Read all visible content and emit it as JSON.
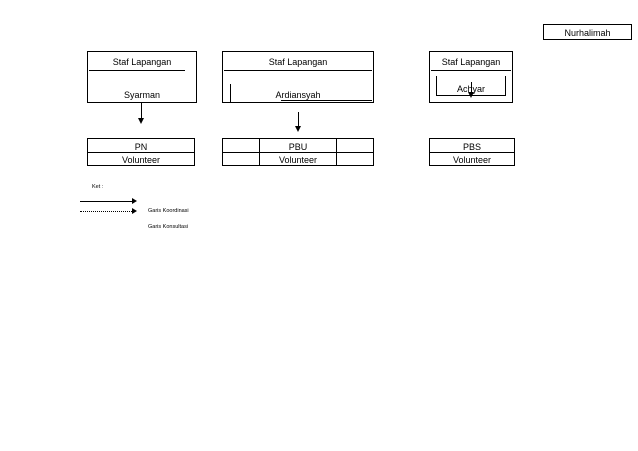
{
  "diagram": {
    "name_plate": {
      "label": "Nurhalimah"
    },
    "top_row": [
      {
        "role": "Staf Lapangan",
        "person": "Syarman"
      },
      {
        "role": "Staf Lapangan",
        "person": "Ardiansyah"
      },
      {
        "role": "Staf Lapangan",
        "person": "Achyar"
      }
    ],
    "bottom_row": [
      {
        "code": "PN",
        "role": "Volunteer"
      },
      {
        "code": "PBU",
        "role": "Volunteer"
      },
      {
        "code": "PBS",
        "role": "Volunteer"
      }
    ],
    "legend": {
      "title": "Ket :",
      "items": [
        {
          "style": "solid",
          "label": "Garis Koordinasi"
        },
        {
          "style": "dotted",
          "label": "Garis Konsultasi"
        }
      ]
    },
    "colors": {
      "stroke": "#000000",
      "background": "#ffffff",
      "text": "#000000"
    }
  }
}
